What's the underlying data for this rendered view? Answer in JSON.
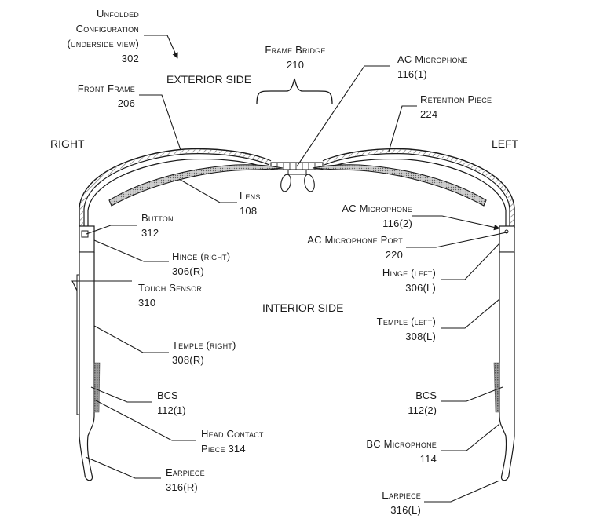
{
  "figure": {
    "orientation": {
      "exterior": "EXTERIOR SIDE",
      "interior": "INTERIOR SIDE",
      "right": "RIGHT",
      "left": "LEFT"
    },
    "labels": {
      "unfolded_config": {
        "name_lines": [
          "Unfolded",
          "Configuration",
          "(underside view)"
        ],
        "ref": "302"
      },
      "frame_bridge": {
        "name": "Frame Bridge",
        "ref": "210"
      },
      "ac_microphone_1": {
        "name": "AC Microphone",
        "ref": "116(1)"
      },
      "front_frame": {
        "name": "Front Frame",
        "ref": "206"
      },
      "retention_piece": {
        "name": "Retention Piece",
        "ref": "224"
      },
      "lens": {
        "name": "Lens",
        "ref": "108"
      },
      "button": {
        "name": "Button",
        "ref": "312"
      },
      "ac_microphone_2": {
        "name": "AC Microphone",
        "ref": "116(2)"
      },
      "ac_microphone_port": {
        "name": "AC Microphone Port",
        "ref": "220"
      },
      "hinge_right": {
        "name": "Hinge (right)",
        "ref": "306(R)"
      },
      "hinge_left": {
        "name": "Hinge (left)",
        "ref": "306(L)"
      },
      "touch_sensor": {
        "name": "Touch Sensor",
        "ref": "310"
      },
      "temple_right": {
        "name": "Temple (right)",
        "ref": "308(R)"
      },
      "temple_left": {
        "name": "Temple (left)",
        "ref": "308(L)"
      },
      "bcs_1": {
        "name": "BCS",
        "ref": "112(1)"
      },
      "bcs_2": {
        "name": "BCS",
        "ref": "112(2)"
      },
      "head_contact_piece": {
        "name": "Head Contact",
        "name_2": "Piece 314"
      },
      "bc_microphone": {
        "name": "BC Microphone",
        "ref": "114"
      },
      "earpiece_right": {
        "name": "Earpiece",
        "ref": "316(R)"
      },
      "earpiece_left": {
        "name": "Earpiece",
        "ref": "316(L)"
      }
    },
    "colors": {
      "line": "#1a1a1a",
      "hatch": "#8a8a8a",
      "background": "#ffffff"
    }
  }
}
